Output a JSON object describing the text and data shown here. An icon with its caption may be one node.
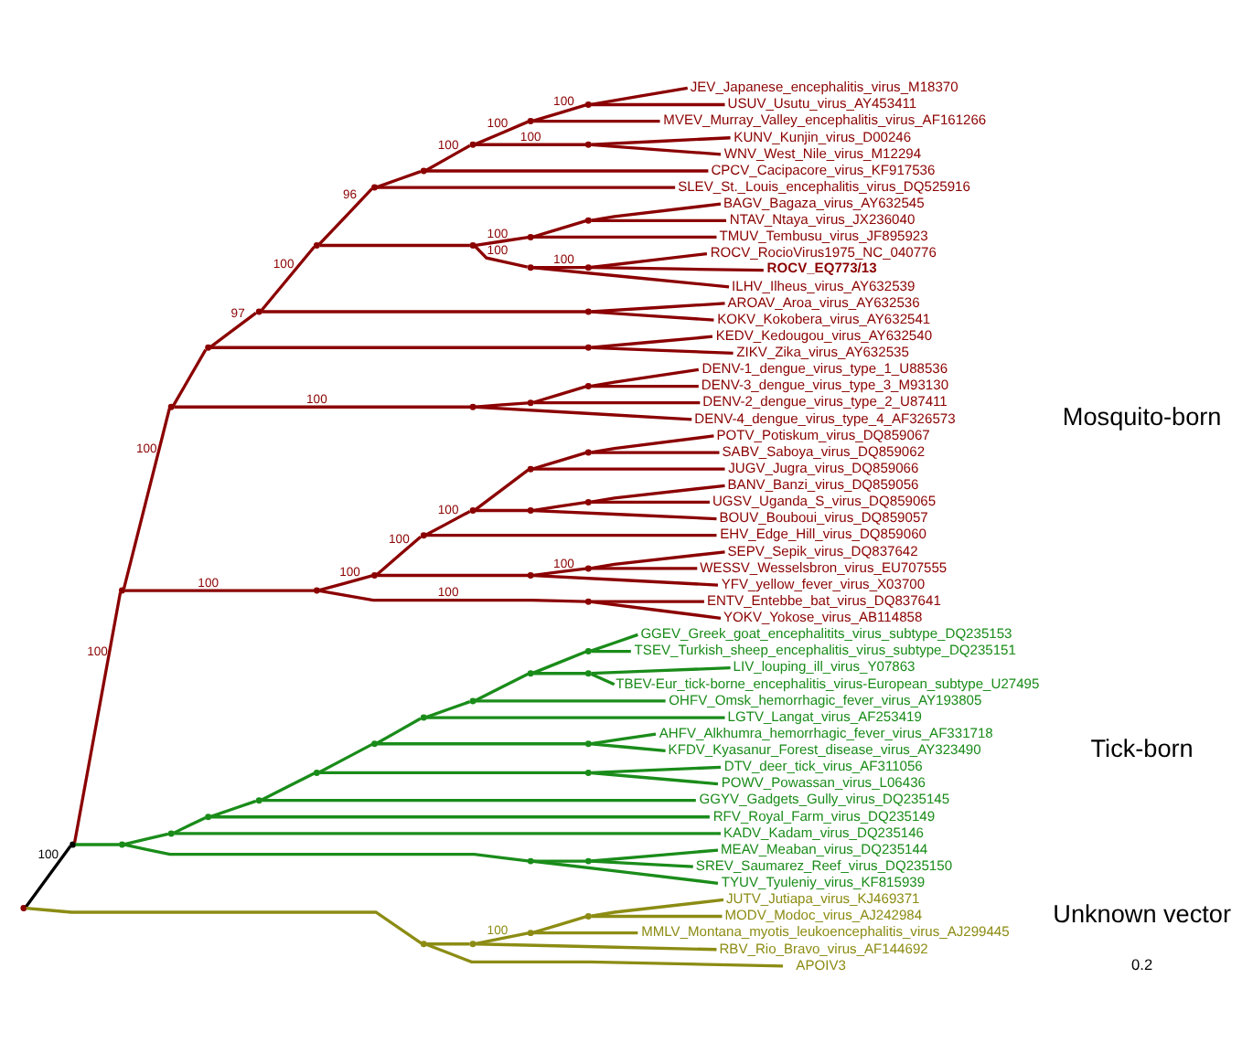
{
  "diagram": {
    "nodes": [
      {
        "text": [],
        "shape": "point"
      },
      {
        "text": [],
        "shape": "point"
      },
      {
        "text": [],
        "shape": "point"
      },
      {
        "text": [],
        "shape": "point"
      },
      {
        "text": [],
        "shape": "point"
      },
      {
        "text": [],
        "shape": "point"
      },
      {
        "text": [],
        "shape": "point"
      },
      {
        "text": [],
        "shape": "point"
      },
      {
        "text": [],
        "shape": "point"
      },
      {
        "text": [],
        "shape": "point"
      },
      {
        "text": [],
        "shape": "point"
      },
      {
        "text": [],
        "shape": "point"
      },
      {
        "text": [
          "JEV_Japanese_encephalitis_virus_M18370"
        ]
      },
      {
        "text": [
          "USUV_Usutu_virus_AY453411"
        ]
      },
      {
        "text": [
          "MVEV_Murray_Valley_encephalitis_virus_AF161266"
        ]
      },
      {
        "text": [],
        "shape": "point"
      },
      {
        "text": [
          "KUNV_Kunjin_virus_D00246"
        ]
      },
      {
        "text": [
          "WNV_West_Nile_virus_M12294"
        ]
      },
      {
        "text": [
          "CPCV_Cacipacore_virus_KF917536"
        ]
      },
      {
        "text": [
          "SLEV_St._Louis_encephalitis_virus_DQ525916"
        ]
      },
      {
        "text": [],
        "shape": "point"
      },
      {
        "text": [],
        "shape": "point"
      },
      {
        "text": [],
        "shape": "point"
      },
      {
        "text": [
          "BAGV_Bagaza_virus_AY632545"
        ]
      },
      {
        "text": [
          "NTAV_Ntaya_virus_JX236040"
        ]
      },
      {
        "text": [
          "TMUV_Tembusu_virus_JF895923"
        ]
      },
      {
        "text": [],
        "shape": "point"
      },
      {
        "text": [],
        "shape": "point"
      },
      {
        "text": [
          "ROCV_RocioVirus1975_NC_040776"
        ]
      },
      {
        "text": [
          "ROCV_EQ773/13"
        ]
      },
      {
        "text": [
          "ILHV_Ilheus_virus_AY632539"
        ]
      },
      {
        "text": [],
        "shape": "point"
      },
      {
        "text": [
          "AROAV_Aroa_virus_AY632536"
        ]
      },
      {
        "text": [
          "KOKV_Kokobera_virus_AY632541"
        ]
      },
      {
        "text": [],
        "shape": "point"
      },
      {
        "text": [
          "KEDV_Kedougou_virus_AY632540"
        ]
      },
      {
        "text": [
          "ZIKV_Zika_virus_AY632535"
        ]
      },
      {
        "text": [],
        "shape": "point"
      },
      {
        "text": [],
        "shape": "point"
      },
      {
        "text": [],
        "shape": "point"
      },
      {
        "text": [
          "DENV-1_dengue_virus_type_1_U88536"
        ]
      },
      {
        "text": [
          "DENV-3_dengue_virus_type_3_M93130"
        ]
      },
      {
        "text": [
          "DENV-2_dengue_virus_type_2_U87411"
        ]
      },
      {
        "text": [
          "DENV-4_dengue_virus_type_4_AF326573"
        ]
      },
      {
        "text": [],
        "shape": "point"
      },
      {
        "text": [],
        "shape": "point"
      },
      {
        "text": [],
        "shape": "point"
      },
      {
        "text": [],
        "shape": "point"
      },
      {
        "text": [],
        "shape": "point"
      },
      {
        "text": [],
        "shape": "point"
      },
      {
        "text": [
          "POTV_Potiskum_virus_DQ859067"
        ]
      },
      {
        "text": [
          "SABV_Saboya_virus_DQ859062"
        ]
      },
      {
        "text": [
          "JUGV_Jugra_virus_DQ859066"
        ]
      },
      {
        "text": [],
        "shape": "point"
      },
      {
        "text": [],
        "shape": "point"
      },
      {
        "text": [
          "BANV_Banzi_virus_DQ859056"
        ]
      },
      {
        "text": [
          "UGSV_Uganda_S_virus_DQ859065"
        ]
      },
      {
        "text": [
          "BOUV_Bouboui_virus_DQ859057"
        ]
      },
      {
        "text": [
          "EHV_Edge_Hill_virus_DQ859060"
        ]
      },
      {
        "text": [],
        "shape": "point"
      },
      {
        "text": [],
        "shape": "point"
      },
      {
        "text": [
          "SEPV_Sepik_virus_DQ837642"
        ]
      },
      {
        "text": [
          "WESSV_Wesselsbron_virus_EU707555"
        ]
      },
      {
        "text": [
          "YFV_yellow_fever_virus_X03700"
        ]
      },
      {
        "text": [],
        "shape": "point"
      },
      {
        "text": [
          "ENTV_Entebbe_bat_virus_DQ837641"
        ]
      },
      {
        "text": [
          "YOKV_Yokose_virus_AB114858"
        ]
      },
      {
        "text": [],
        "shape": "point"
      },
      {
        "text": [],
        "shape": "point"
      },
      {
        "text": [],
        "shape": "point"
      },
      {
        "text": [],
        "shape": "point"
      },
      {
        "text": [],
        "shape": "point"
      },
      {
        "text": [],
        "shape": "point"
      },
      {
        "text": [],
        "shape": "point"
      },
      {
        "text": [],
        "shape": "point"
      },
      {
        "text": [],
        "shape": "point"
      },
      {
        "text": [],
        "shape": "point"
      },
      {
        "text": [
          "GGEV_Greek_goat_encephalitits_virus_subtype_DQ235153"
        ]
      },
      {
        "text": [
          "TSEV_Turkish_sheep_encephalitis_virus_subtype_DQ235151"
        ]
      },
      {
        "text": [],
        "shape": "point"
      },
      {
        "text": [
          "LIV_louping_ill_virus_Y07863"
        ]
      },
      {
        "text": [
          "TBEV-Eur_tick-borne_encephalitis_virus-European_subtype_U27495"
        ]
      },
      {
        "text": [
          "OHFV_Omsk_hemorrhagic_fever_virus_AY193805"
        ]
      },
      {
        "text": [
          "LGTV_Langat_virus_AF253419"
        ]
      },
      {
        "text": [],
        "shape": "point"
      },
      {
        "text": [
          "AHFV_Alkhumra_hemorrhagic_fever_virus_AF331718"
        ]
      },
      {
        "text": [
          "KFDV_Kyasanur_Forest_disease_virus_AY323490"
        ]
      },
      {
        "text": [],
        "shape": "point"
      },
      {
        "text": [
          "DTV_deer_tick_virus_AF311056"
        ]
      },
      {
        "text": [
          "POWV_Powassan_virus_L06436"
        ]
      },
      {
        "text": [
          "GGYV_Gadgets_Gully_virus_DQ235145"
        ]
      },
      {
        "text": [
          "RFV_Royal_Farm_virus_DQ235149"
        ]
      },
      {
        "text": [
          "KADV_Kadam_virus_DQ235146"
        ]
      },
      {
        "text": [],
        "shape": "point"
      },
      {
        "text": [],
        "shape": "point"
      },
      {
        "text": [
          "MEAV_Meaban_virus_DQ235144"
        ]
      },
      {
        "text": [
          "SREV_Saumarez_Reef_virus_DQ235150"
        ]
      },
      {
        "text": [
          "TYUV_Tyuleniy_virus_KF815939"
        ]
      },
      {
        "text": [],
        "shape": "point"
      },
      {
        "text": [],
        "shape": "point"
      },
      {
        "text": [],
        "shape": "point"
      },
      {
        "text": [],
        "shape": "point"
      },
      {
        "text": [
          "JUTV_Jutiapa_virus_KJ469371"
        ]
      },
      {
        "text": [
          "MODV_Modoc_virus_AJ242984"
        ]
      },
      {
        "text": [
          "MMLV_Montana_myotis_leukoencephalitis_virus_AJ299445"
        ]
      },
      {
        "text": [
          "RBV_Rio_Bravo_virus_AF144692"
        ]
      },
      {
        "text": [
          "APOIV3"
        ]
      }
    ],
    "edges": [
      {
        "from": 0,
        "to": 1,
        "arrow": "none",
        "label": "100",
        "color": "#000000"
      },
      {
        "from": 1,
        "to": 2,
        "arrow": "none",
        "label": "100"
      },
      {
        "from": 2,
        "to": 3,
        "arrow": "none",
        "label": "100"
      },
      {
        "from": 3,
        "to": 4,
        "arrow": "none"
      },
      {
        "from": 4,
        "to": 5,
        "arrow": "none",
        "label": "97"
      },
      {
        "from": 5,
        "to": 6,
        "arrow": "none",
        "label": "100"
      },
      {
        "from": 6,
        "to": 7,
        "arrow": "none",
        "label": "96"
      },
      {
        "from": 7,
        "to": 8,
        "arrow": "none"
      },
      {
        "from": 8,
        "to": 9,
        "arrow": "none",
        "label": "100"
      },
      {
        "from": 9,
        "to": 10,
        "arrow": "none",
        "label": "100"
      },
      {
        "from": 10,
        "to": 11,
        "arrow": "none",
        "label": "100"
      },
      {
        "from": 11,
        "to": 12,
        "arrow": "none"
      },
      {
        "from": 11,
        "to": 13,
        "arrow": "none"
      },
      {
        "from": 10,
        "to": 14,
        "arrow": "none"
      },
      {
        "from": 9,
        "to": 15,
        "arrow": "none",
        "label": "100"
      },
      {
        "from": 15,
        "to": 16,
        "arrow": "none"
      },
      {
        "from": 15,
        "to": 17,
        "arrow": "none"
      },
      {
        "from": 8,
        "to": 18,
        "arrow": "none"
      },
      {
        "from": 7,
        "to": 19,
        "arrow": "none"
      },
      {
        "from": 6,
        "to": 20,
        "arrow": "none"
      },
      {
        "from": 20,
        "to": 21,
        "arrow": "none",
        "label": "100"
      },
      {
        "from": 21,
        "to": 22,
        "arrow": "none"
      },
      {
        "from": 22,
        "to": 23,
        "arrow": "none"
      },
      {
        "from": 22,
        "to": 24,
        "arrow": "none"
      },
      {
        "from": 21,
        "to": 25,
        "arrow": "none"
      },
      {
        "from": 20,
        "to": 26,
        "arrow": "none",
        "label": "100"
      },
      {
        "from": 26,
        "to": 27,
        "arrow": "none",
        "label": "100"
      },
      {
        "from": 27,
        "to": 28,
        "arrow": "none"
      },
      {
        "from": 27,
        "to": 29,
        "arrow": "none"
      },
      {
        "from": 26,
        "to": 30,
        "arrow": "none"
      },
      {
        "from": 5,
        "to": 31,
        "arrow": "none"
      },
      {
        "from": 31,
        "to": 32,
        "arrow": "none"
      },
      {
        "from": 31,
        "to": 33,
        "arrow": "none"
      },
      {
        "from": 4,
        "to": 34,
        "arrow": "none"
      },
      {
        "from": 34,
        "to": 35,
        "arrow": "none"
      },
      {
        "from": 34,
        "to": 36,
        "arrow": "none"
      },
      {
        "from": 3,
        "to": 37,
        "arrow": "none",
        "label": "100"
      },
      {
        "from": 37,
        "to": 38,
        "arrow": "none"
      },
      {
        "from": 38,
        "to": 39,
        "arrow": "none"
      },
      {
        "from": 39,
        "to": 40,
        "arrow": "none"
      },
      {
        "from": 39,
        "to": 41,
        "arrow": "none"
      },
      {
        "from": 38,
        "to": 42,
        "arrow": "none"
      },
      {
        "from": 37,
        "to": 43,
        "arrow": "none"
      },
      {
        "from": 2,
        "to": 44,
        "arrow": "none",
        "label": "100"
      },
      {
        "from": 44,
        "to": 45,
        "arrow": "none",
        "label": "100"
      },
      {
        "from": 45,
        "to": 46,
        "arrow": "none",
        "label": "100"
      },
      {
        "from": 46,
        "to": 47,
        "arrow": "none",
        "label": "100"
      },
      {
        "from": 47,
        "to": 48,
        "arrow": "none"
      },
      {
        "from": 48,
        "to": 49,
        "arrow": "none"
      },
      {
        "from": 49,
        "to": 50,
        "arrow": "none"
      },
      {
        "from": 49,
        "to": 51,
        "arrow": "none"
      },
      {
        "from": 48,
        "to": 52,
        "arrow": "none"
      },
      {
        "from": 47,
        "to": 53,
        "arrow": "none"
      },
      {
        "from": 53,
        "to": 54,
        "arrow": "none"
      },
      {
        "from": 54,
        "to": 55,
        "arrow": "none"
      },
      {
        "from": 54,
        "to": 56,
        "arrow": "none"
      },
      {
        "from": 53,
        "to": 57,
        "arrow": "none"
      },
      {
        "from": 46,
        "to": 58,
        "arrow": "none"
      },
      {
        "from": 45,
        "to": 59,
        "arrow": "none"
      },
      {
        "from": 59,
        "to": 60,
        "arrow": "none",
        "label": "100"
      },
      {
        "from": 60,
        "to": 61,
        "arrow": "none"
      },
      {
        "from": 60,
        "to": 62,
        "arrow": "none"
      },
      {
        "from": 59,
        "to": 63,
        "arrow": "none"
      },
      {
        "from": 44,
        "to": 64,
        "arrow": "none",
        "label": "100"
      },
      {
        "from": 64,
        "to": 65,
        "arrow": "none"
      },
      {
        "from": 64,
        "to": 66,
        "arrow": "none"
      },
      {
        "from": 1,
        "to": 67,
        "arrow": "none",
        "color": "#1a8c1a"
      },
      {
        "from": 67,
        "to": 68,
        "arrow": "none",
        "color": "#1a8c1a"
      },
      {
        "from": 68,
        "to": 69,
        "arrow": "none",
        "color": "#1a8c1a"
      },
      {
        "from": 69,
        "to": 70,
        "arrow": "none",
        "color": "#1a8c1a"
      },
      {
        "from": 70,
        "to": 71,
        "arrow": "none",
        "color": "#1a8c1a"
      },
      {
        "from": 71,
        "to": 72,
        "arrow": "none",
        "color": "#1a8c1a"
      },
      {
        "from": 72,
        "to": 73,
        "arrow": "none",
        "color": "#1a8c1a"
      },
      {
        "from": 73,
        "to": 74,
        "arrow": "none",
        "color": "#1a8c1a"
      },
      {
        "from": 74,
        "to": 75,
        "arrow": "none",
        "color": "#1a8c1a"
      },
      {
        "from": 75,
        "to": 76,
        "arrow": "none",
        "color": "#1a8c1a"
      },
      {
        "from": 76,
        "to": 77,
        "arrow": "none",
        "color": "#1a8c1a"
      },
      {
        "from": 76,
        "to": 78,
        "arrow": "none",
        "color": "#1a8c1a"
      },
      {
        "from": 75,
        "to": 79,
        "arrow": "none",
        "color": "#1a8c1a"
      },
      {
        "from": 79,
        "to": 80,
        "arrow": "none",
        "color": "#1a8c1a"
      },
      {
        "from": 79,
        "to": 81,
        "arrow": "none",
        "color": "#1a8c1a"
      },
      {
        "from": 74,
        "to": 82,
        "arrow": "none",
        "color": "#1a8c1a"
      },
      {
        "from": 73,
        "to": 83,
        "arrow": "none",
        "color": "#1a8c1a"
      },
      {
        "from": 72,
        "to": 84,
        "arrow": "none",
        "color": "#1a8c1a"
      },
      {
        "from": 84,
        "to": 85,
        "arrow": "none",
        "color": "#1a8c1a"
      },
      {
        "from": 84,
        "to": 86,
        "arrow": "none",
        "color": "#1a8c1a"
      },
      {
        "from": 71,
        "to": 87,
        "arrow": "none",
        "color": "#1a8c1a"
      },
      {
        "from": 87,
        "to": 88,
        "arrow": "none",
        "color": "#1a8c1a"
      },
      {
        "from": 87,
        "to": 89,
        "arrow": "none",
        "color": "#1a8c1a"
      },
      {
        "from": 70,
        "to": 90,
        "arrow": "none",
        "color": "#1a8c1a"
      },
      {
        "from": 69,
        "to": 91,
        "arrow": "none",
        "color": "#1a8c1a"
      },
      {
        "from": 68,
        "to": 92,
        "arrow": "none",
        "color": "#1a8c1a"
      },
      {
        "from": 67,
        "to": 93,
        "arrow": "none",
        "color": "#1a8c1a"
      },
      {
        "from": 93,
        "to": 94,
        "arrow": "none",
        "color": "#1a8c1a"
      },
      {
        "from": 94,
        "to": 95,
        "arrow": "none",
        "color": "#1a8c1a"
      },
      {
        "from": 94,
        "to": 96,
        "arrow": "none",
        "color": "#1a8c1a"
      },
      {
        "from": 93,
        "to": 97,
        "arrow": "none",
        "color": "#1a8c1a"
      },
      {
        "from": 0,
        "to": 98,
        "arrow": "none",
        "color": "#8c8c14"
      },
      {
        "from": 98,
        "to": 99,
        "arrow": "none",
        "color": "#8c8c14"
      },
      {
        "from": 99,
        "to": 100,
        "arrow": "none",
        "label": "100",
        "color": "#8c8c14"
      },
      {
        "from": 100,
        "to": 101,
        "arrow": "none",
        "color": "#8c8c14"
      },
      {
        "from": 101,
        "to": 102,
        "arrow": "none",
        "color": "#8c8c14"
      },
      {
        "from": 101,
        "to": 103,
        "arrow": "none",
        "color": "#8c8c14"
      },
      {
        "from": 100,
        "to": 104,
        "arrow": "none",
        "color": "#8c8c14"
      },
      {
        "from": 99,
        "to": 105,
        "arrow": "none",
        "color": "#8c8c14"
      },
      {
        "from": 98,
        "to": 106,
        "arrow": "none",
        "color": "#8c8c14"
      }
    ],
    "labels": [
      "Mosquito-born",
      "Tick-born",
      "Unknown vector",
      "0.2"
    ]
  }
}
